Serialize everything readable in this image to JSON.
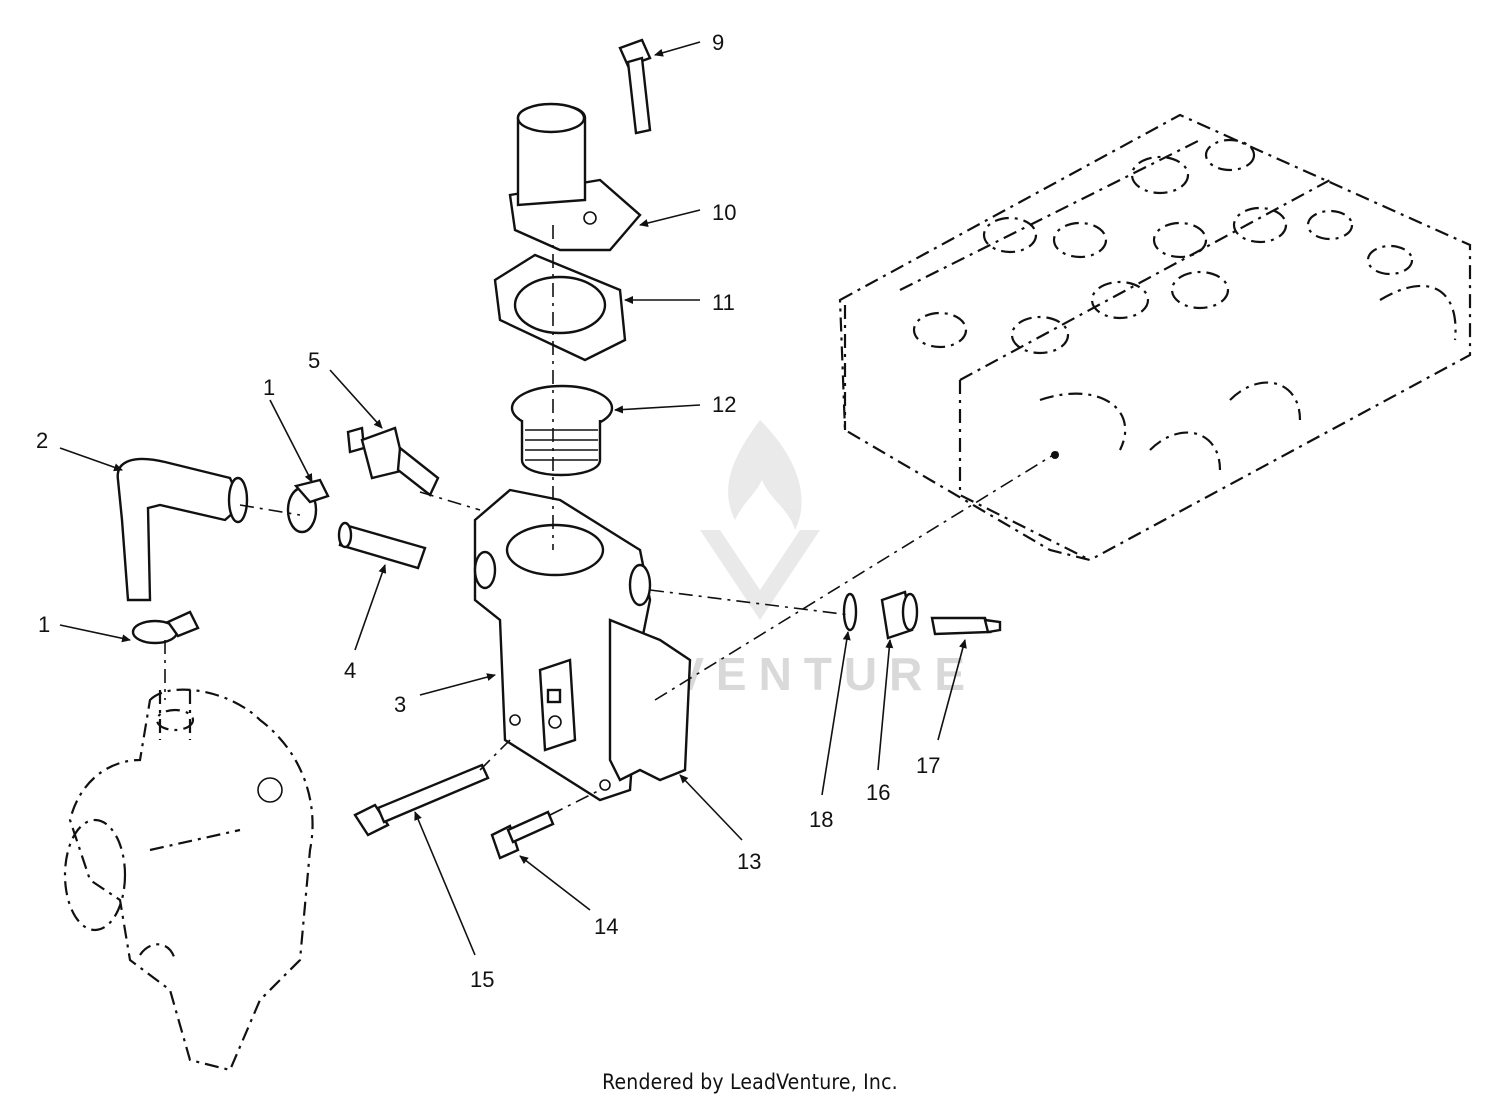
{
  "diagram": {
    "credit": "Rendered by LeadVenture, Inc.",
    "watermark": "LEADVENTURE",
    "colors": {
      "line": "#111111",
      "watermark": "#d9d9d9",
      "background": "#ffffff"
    },
    "callouts": [
      "9",
      "10",
      "11",
      "12",
      "5",
      "1",
      "2",
      "1",
      "4",
      "3",
      "18",
      "16",
      "17",
      "15",
      "14",
      "13"
    ]
  }
}
